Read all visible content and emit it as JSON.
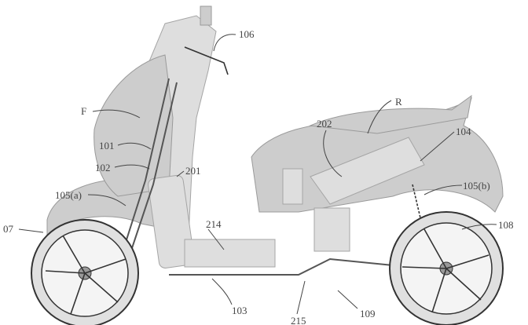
{
  "figure": {
    "labels": {
      "l106": "106",
      "lF": "F",
      "lR": "R",
      "l202": "202",
      "l104": "104",
      "l101": "101",
      "l102": "102",
      "l201": "201",
      "l105a": "105(a)",
      "l105b": "105(b)",
      "l07": "07",
      "l108": "108",
      "l214": "214",
      "l103": "103",
      "l215": "215",
      "l109": "109"
    }
  }
}
